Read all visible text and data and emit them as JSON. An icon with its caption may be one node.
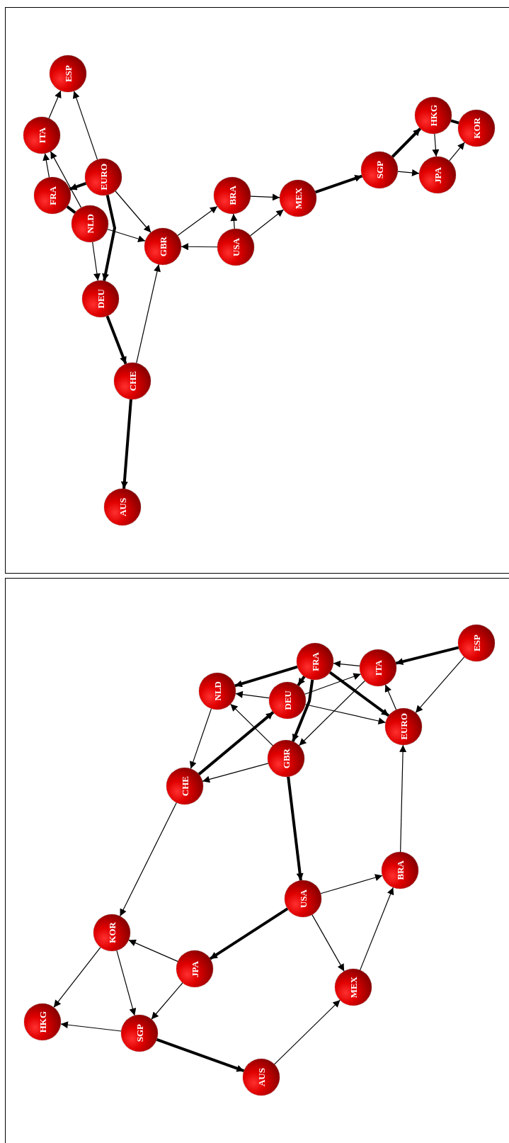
{
  "diagram": {
    "nodes": [
      {
        "text": [
          "ESP"
        ]
      },
      {
        "text": [
          "ITA"
        ]
      },
      {
        "text": [
          "EURO"
        ]
      },
      {
        "text": [
          "FRA"
        ]
      },
      {
        "text": [
          "NLD"
        ]
      },
      {
        "text": [
          "GBR"
        ]
      },
      {
        "text": [
          "BRA"
        ]
      },
      {
        "text": [
          "USA"
        ]
      },
      {
        "text": [
          "MEX"
        ]
      },
      {
        "text": [
          "SGP"
        ]
      },
      {
        "text": [
          "HKG"
        ]
      },
      {
        "text": [
          "KOR"
        ]
      },
      {
        "text": [
          "JPA"
        ]
      },
      {
        "text": [
          "DEU"
        ]
      },
      {
        "text": [
          "CHE"
        ]
      },
      {
        "text": [
          "AUS"
        ]
      },
      {
        "text": [
          "ESP"
        ]
      },
      {
        "text": [
          "FRA"
        ]
      },
      {
        "text": [
          "ITA"
        ]
      },
      {
        "text": [
          "NLD"
        ]
      },
      {
        "text": [
          "DEU"
        ]
      },
      {
        "text": [
          "EURO"
        ]
      },
      {
        "text": [
          "GBR"
        ]
      },
      {
        "text": [
          "CHE"
        ]
      },
      {
        "text": [
          "BRA"
        ]
      },
      {
        "text": [
          "USA"
        ]
      },
      {
        "text": [
          "KOR"
        ]
      },
      {
        "text": [
          "JPA"
        ]
      },
      {
        "text": [
          "MEX"
        ]
      },
      {
        "text": [
          "HKG"
        ]
      },
      {
        "text": [
          "SGP"
        ]
      },
      {
        "text": [
          "AUS"
        ]
      }
    ],
    "edges": [
      {
        "from": 1,
        "to": 0,
        "arrow": "to"
      },
      {
        "from": 2,
        "to": 0,
        "arrow": "to"
      },
      {
        "from": 3,
        "to": 1,
        "arrow": "to"
      },
      {
        "from": 4,
        "to": 1,
        "arrow": "to"
      },
      {
        "from": 2,
        "to": 3,
        "arrow": "to",
        "style": "thick"
      },
      {
        "from": 4,
        "to": 3,
        "arrow": "none",
        "style": "thick"
      },
      {
        "from": 2,
        "to": 5,
        "arrow": "to"
      },
      {
        "from": 4,
        "to": 5,
        "arrow": "to"
      },
      {
        "from": 4,
        "to": 13,
        "arrow": "to"
      },
      {
        "from": 2,
        "to": 13,
        "arrow": "to",
        "style": "thick"
      },
      {
        "from": 5,
        "to": 6,
        "arrow": "to"
      },
      {
        "from": 7,
        "to": 5,
        "arrow": "to"
      },
      {
        "from": 7,
        "to": 6,
        "arrow": "to"
      },
      {
        "from": 6,
        "to": 8,
        "arrow": "to"
      },
      {
        "from": 7,
        "to": 8,
        "arrow": "to"
      },
      {
        "from": 8,
        "to": 9,
        "arrow": "to",
        "style": "thick"
      },
      {
        "from": 9,
        "to": 10,
        "arrow": "to",
        "style": "thick"
      },
      {
        "from": 9,
        "to": 12,
        "arrow": "to"
      },
      {
        "from": 10,
        "to": 12,
        "arrow": "to"
      },
      {
        "from": 12,
        "to": 11,
        "arrow": "to"
      },
      {
        "from": 10,
        "to": 11,
        "arrow": "none",
        "style": "thick"
      },
      {
        "from": 13,
        "to": 14,
        "arrow": "to",
        "style": "thick"
      },
      {
        "from": 14,
        "to": 5,
        "arrow": "to"
      },
      {
        "from": 14,
        "to": 15,
        "arrow": "to",
        "style": "thick"
      },
      {
        "from": 16,
        "to": 18,
        "arrow": "to",
        "style": "thick"
      },
      {
        "from": 16,
        "to": 21,
        "arrow": "to"
      },
      {
        "from": 18,
        "to": 17,
        "arrow": "to"
      },
      {
        "from": 17,
        "to": 19,
        "arrow": "to",
        "style": "thick"
      },
      {
        "from": 17,
        "to": 21,
        "arrow": "to",
        "style": "thick"
      },
      {
        "from": 20,
        "to": 18,
        "arrow": "to"
      },
      {
        "from": 20,
        "to": 19,
        "arrow": "to"
      },
      {
        "from": 20,
        "to": 21,
        "arrow": "to"
      },
      {
        "from": 17,
        "to": 20,
        "arrow": "to",
        "style": "thick"
      },
      {
        "from": 17,
        "to": 22,
        "arrow": "to",
        "style": "thick"
      },
      {
        "from": 18,
        "to": 22,
        "arrow": "to"
      },
      {
        "from": 21,
        "to": 18,
        "arrow": "to"
      },
      {
        "from": 22,
        "to": 19,
        "arrow": "to"
      },
      {
        "from": 22,
        "to": 23,
        "arrow": "to"
      },
      {
        "from": 19,
        "to": 23,
        "arrow": "to"
      },
      {
        "from": 23,
        "to": 20,
        "arrow": "to",
        "style": "thick"
      },
      {
        "from": 22,
        "to": 25,
        "arrow": "to",
        "style": "thick"
      },
      {
        "from": 24,
        "to": 21,
        "arrow": "to"
      },
      {
        "from": 25,
        "to": 24,
        "arrow": "to"
      },
      {
        "from": 25,
        "to": 27,
        "arrow": "to",
        "style": "thick"
      },
      {
        "from": 25,
        "to": 28,
        "arrow": "to"
      },
      {
        "from": 28,
        "to": 24,
        "arrow": "to"
      },
      {
        "from": 23,
        "to": 26,
        "arrow": "to"
      },
      {
        "from": 27,
        "to": 26,
        "arrow": "to"
      },
      {
        "from": 26,
        "to": 29,
        "arrow": "to"
      },
      {
        "from": 26,
        "to": 30,
        "arrow": "to"
      },
      {
        "from": 27,
        "to": 30,
        "arrow": "to"
      },
      {
        "from": 30,
        "to": 29,
        "arrow": "to"
      },
      {
        "from": 30,
        "to": 31,
        "arrow": "to",
        "style": "thick"
      },
      {
        "from": 31,
        "to": 28,
        "arrow": "to"
      }
    ]
  }
}
